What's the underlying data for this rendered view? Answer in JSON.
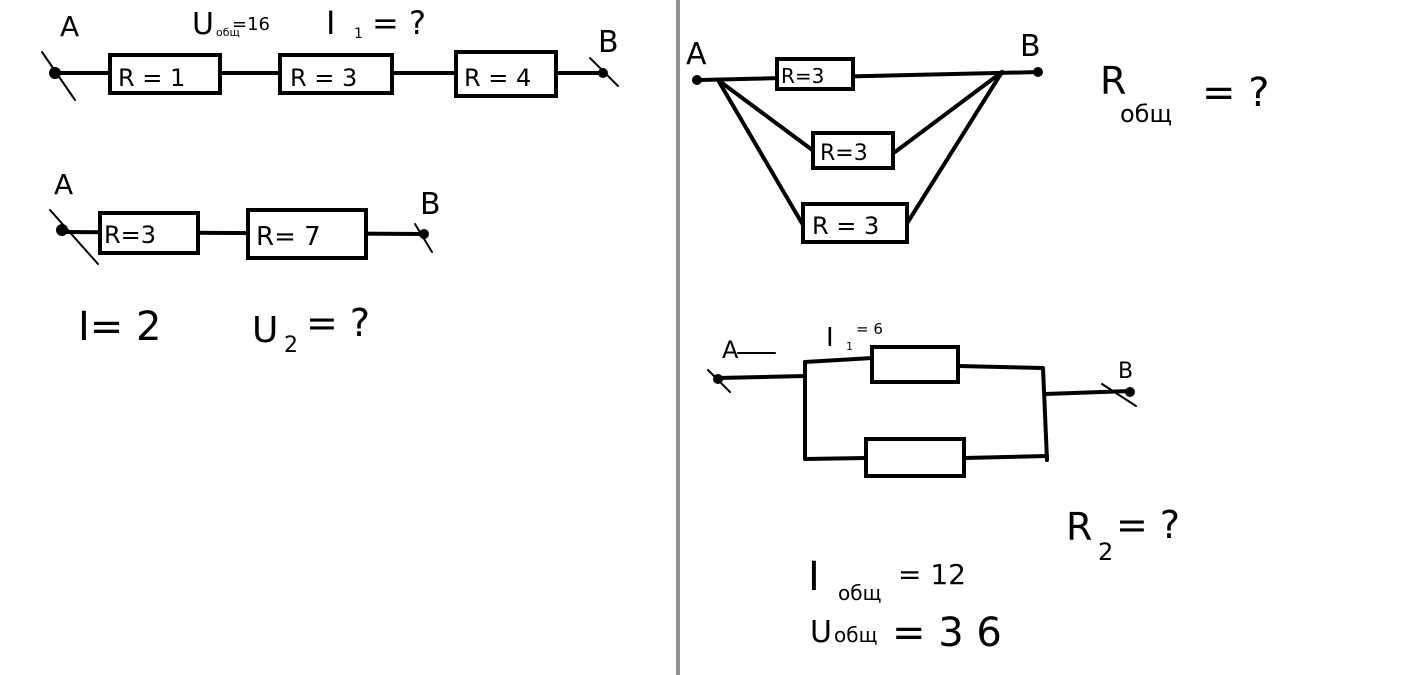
{
  "divider_color": "#909090",
  "circuit1": {
    "node_a": "A",
    "node_b": "B",
    "given_u": "U",
    "given_u_sub": "общ",
    "given_u_value": "=16",
    "find_i": "I",
    "find_i_sub": "1",
    "find_i_rest": "= ?",
    "r1": "R = 1",
    "r2": "R = 3",
    "r3": "R = 4"
  },
  "circuit2": {
    "node_a": "A",
    "node_b": "B",
    "r1": "R=3",
    "r2": "R= 7",
    "given_i": "I= 2",
    "find_u": "U",
    "find_u_sub": "2",
    "find_u_rest": "= ?"
  },
  "circuit3": {
    "node_a": "A",
    "node_b": "B",
    "r1": "R=3",
    "r2": "R=3",
    "r3": "R = 3",
    "find_r": "R",
    "find_r_sub": "общ",
    "find_r_rest": "= ?"
  },
  "circuit4": {
    "node_a": "A",
    "node_b": "B",
    "given_i1": "I",
    "given_i1_sub": "1",
    "given_i1_rest": "= 6",
    "find_r": "R",
    "find_r_sub": "2",
    "find_r_rest": "= ?",
    "given_itotal": "I",
    "given_itotal_sub": "общ",
    "given_itotal_rest": "= 12",
    "given_utotal": "U",
    "given_utotal_sub": "общ",
    "given_utotal_rest": "= 3 6"
  }
}
